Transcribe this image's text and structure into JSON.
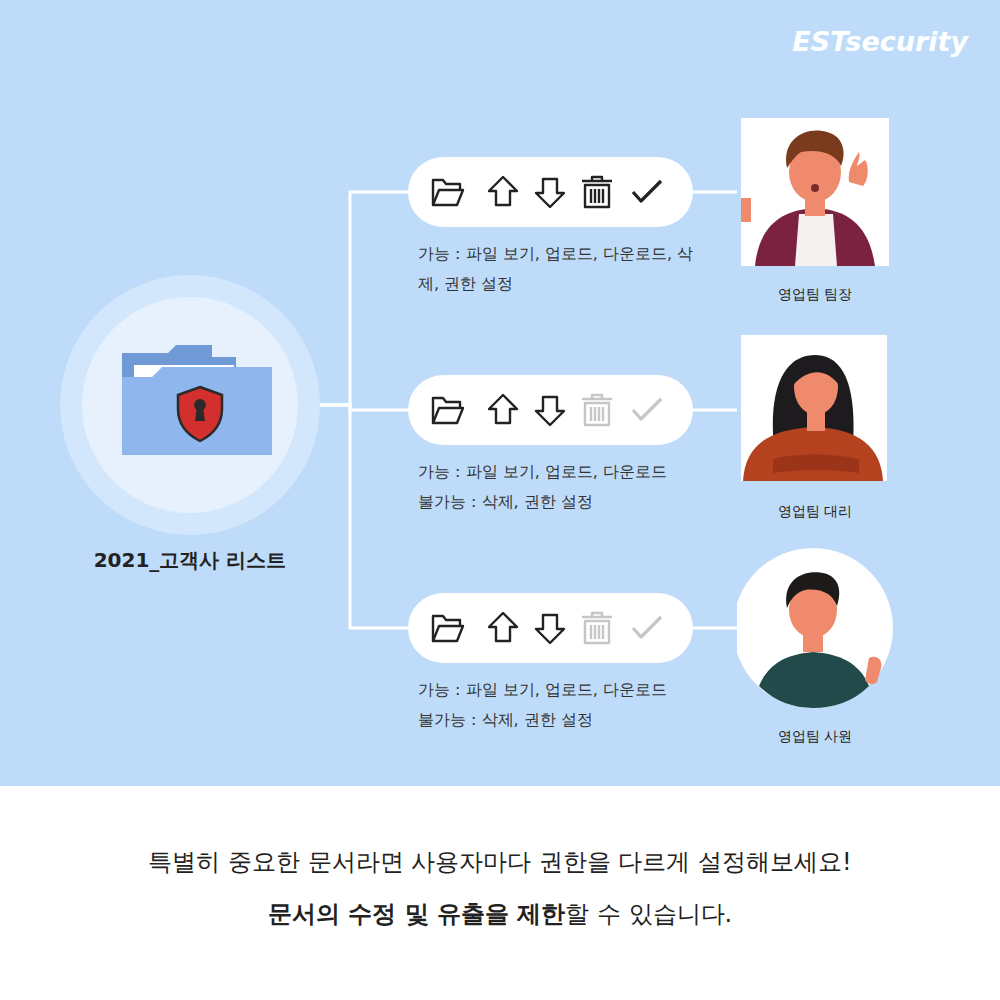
{
  "diagram": {
    "caption": "특별히 중요한 문서라면 사용자마다 권한을 다르게 설정해보세요!",
    "nodes": [
      {
        "text": [
          "2021_고객사 리스트"
        ]
      },
      {
        "text": [
          "가능 : 파일 보기, 업로드, 다운로드, 삭제, 권한 설정"
        ]
      },
      {
        "text": [
          "가능 : 파일 보기, 업로드, 다운로드",
          "불가능 : 삭제, 권한 설정"
        ]
      },
      {
        "text": [
          "가능 : 파일 보기, 업로드, 다운로드",
          "불가능 : 삭제, 권한 설정"
        ]
      },
      {
        "text": [
          "영업팀 팀장"
        ]
      },
      {
        "text": [
          "영업팀 대리"
        ]
      },
      {
        "text": [
          "영업팀 사원"
        ]
      }
    ],
    "edges": [
      {
        "from": 0,
        "to": 1,
        "arrow": "none"
      },
      {
        "from": 0,
        "to": 2,
        "arrow": "none"
      },
      {
        "from": 0,
        "to": 3,
        "arrow": "none"
      },
      {
        "from": 1,
        "to": 4,
        "arrow": "none"
      },
      {
        "from": 2,
        "to": 5,
        "arrow": "none"
      },
      {
        "from": 3,
        "to": 6,
        "arrow": "none"
      }
    ],
    "labels": [
      "ESTsecurity",
      "문서의 수정 및 유출을 제한",
      "할 수 있습니다."
    ]
  }
}
